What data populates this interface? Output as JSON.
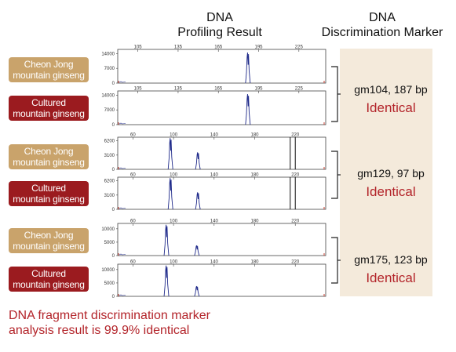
{
  "header": {
    "profiling_line1": "DNA",
    "profiling_line2": "Profiling Result",
    "marker_line1": "DNA",
    "marker_line2": "Discrimination Marker"
  },
  "labels": {
    "cheon_jong_line1": "Cheon Jong",
    "cheon_jong_line2": "mountain ginseng",
    "cultured_line1": "Cultured",
    "cultured_line2": "mountain ginseng"
  },
  "markers": [
    {
      "name": "gm104, 187 bp",
      "result": "Identical"
    },
    {
      "name": "gm129, 97 bp",
      "result": "Identical"
    },
    {
      "name": "gm175, 123 bp",
      "result": "Identical"
    }
  ],
  "conclusion": {
    "line1": "DNA fragment discrimination marker",
    "line2": "analysis result is 99.9% identical"
  },
  "colors": {
    "cheon_jong": "#c9a36b",
    "cultured": "#9b1b1f",
    "accent_text": "#b3242a",
    "panel_bg": "#f4eadb",
    "trace": "#1f2a8a"
  },
  "chart_data": [
    {
      "type": "line",
      "marker": "gm104",
      "sample": "Cheon Jong mountain ginseng",
      "xticks": [
        "105",
        "135",
        "165",
        "195",
        "225"
      ],
      "xrange": [
        90,
        245
      ],
      "yticks": [
        "14000",
        "7000",
        "0"
      ],
      "ymax": 16000,
      "peaks": [
        {
          "x": 187,
          "height": 14500
        }
      ]
    },
    {
      "type": "line",
      "marker": "gm104",
      "sample": "Cultured mountain ginseng",
      "xticks": [
        "105",
        "135",
        "165",
        "195",
        "225"
      ],
      "xrange": [
        90,
        245
      ],
      "yticks": [
        "14000",
        "7000",
        "0"
      ],
      "ymax": 16000,
      "peaks": [
        {
          "x": 187,
          "height": 14500
        }
      ]
    },
    {
      "type": "line",
      "marker": "gm129",
      "sample": "Cheon Jong mountain ginseng",
      "xticks": [
        "60",
        "100",
        "140",
        "180",
        "220"
      ],
      "xrange": [
        45,
        250
      ],
      "yticks": [
        "6200",
        "3100",
        "0"
      ],
      "ymax": 7000,
      "peaks": [
        {
          "x": 97,
          "height": 6800
        },
        {
          "x": 124,
          "height": 3700
        }
      ],
      "markers": [
        215,
        220
      ]
    },
    {
      "type": "line",
      "marker": "gm129",
      "sample": "Cultured mountain ginseng",
      "xticks": [
        "60",
        "100",
        "140",
        "180",
        "220"
      ],
      "xrange": [
        45,
        250
      ],
      "yticks": [
        "6200",
        "3100",
        "0"
      ],
      "ymax": 7000,
      "peaks": [
        {
          "x": 97,
          "height": 6800
        },
        {
          "x": 124,
          "height": 3700
        }
      ],
      "markers": [
        215,
        220
      ]
    },
    {
      "type": "line",
      "marker": "gm175",
      "sample": "Cheon Jong mountain ginseng",
      "xticks": [
        "60",
        "100",
        "140",
        "180",
        "220"
      ],
      "xrange": [
        45,
        250
      ],
      "yticks": [
        "10000",
        "5000",
        "0"
      ],
      "ymax": 12000,
      "peaks": [
        {
          "x": 93,
          "height": 11500
        },
        {
          "x": 123,
          "height": 3800
        }
      ]
    },
    {
      "type": "line",
      "marker": "gm175",
      "sample": "Cultured mountain ginseng",
      "xticks": [
        "60",
        "100",
        "140",
        "180",
        "220"
      ],
      "xrange": [
        45,
        250
      ],
      "yticks": [
        "10000",
        "5000",
        "0"
      ],
      "ymax": 12000,
      "peaks": [
        {
          "x": 93,
          "height": 11500
        },
        {
          "x": 123,
          "height": 3800
        }
      ]
    }
  ]
}
